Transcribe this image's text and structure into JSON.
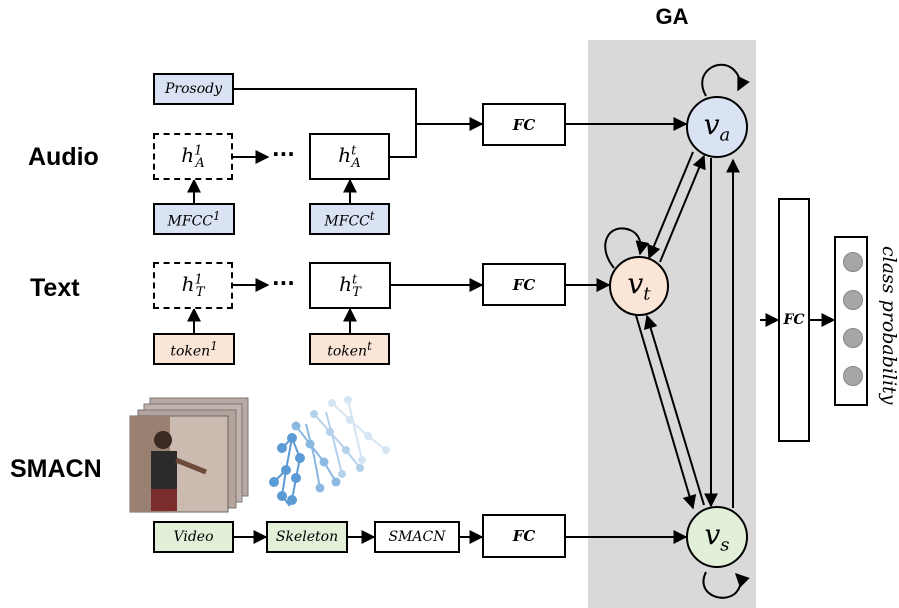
{
  "ga_title": "GA",
  "modalities": {
    "audio": "Audio",
    "text": "Text",
    "smacn": "SMACN"
  },
  "audio": {
    "prosody": "Prosody",
    "h_base": "h",
    "h_sub": "A",
    "h1_sup": "1",
    "ht_sup": "t",
    "mfcc_base": "MFCC",
    "mfcc1_sup": "1",
    "mfcct_sup": "t",
    "fc": "FC"
  },
  "text": {
    "h_base": "h",
    "h_sub": "T",
    "h1_sup": "1",
    "ht_sup": "t",
    "token_base": "token",
    "token1_sup": "1",
    "tokent_sup": "t",
    "fc": "FC"
  },
  "smacn": {
    "video": "Video",
    "skeleton": "Skeleton",
    "smacn_box": "SMACN",
    "fc": "FC"
  },
  "ellipsis": "···",
  "nodes": {
    "va_base": "v",
    "va_sub": "a",
    "vt_base": "v",
    "vt_sub": "t",
    "vs_base": "v",
    "vs_sub": "s"
  },
  "final_fc": "FC",
  "class_probability": "class probability",
  "colors": {
    "audio": "#dae3f3",
    "text": "#fbe5d6",
    "smacn": "#e2f0d9",
    "ga": "#d9d9d9"
  }
}
